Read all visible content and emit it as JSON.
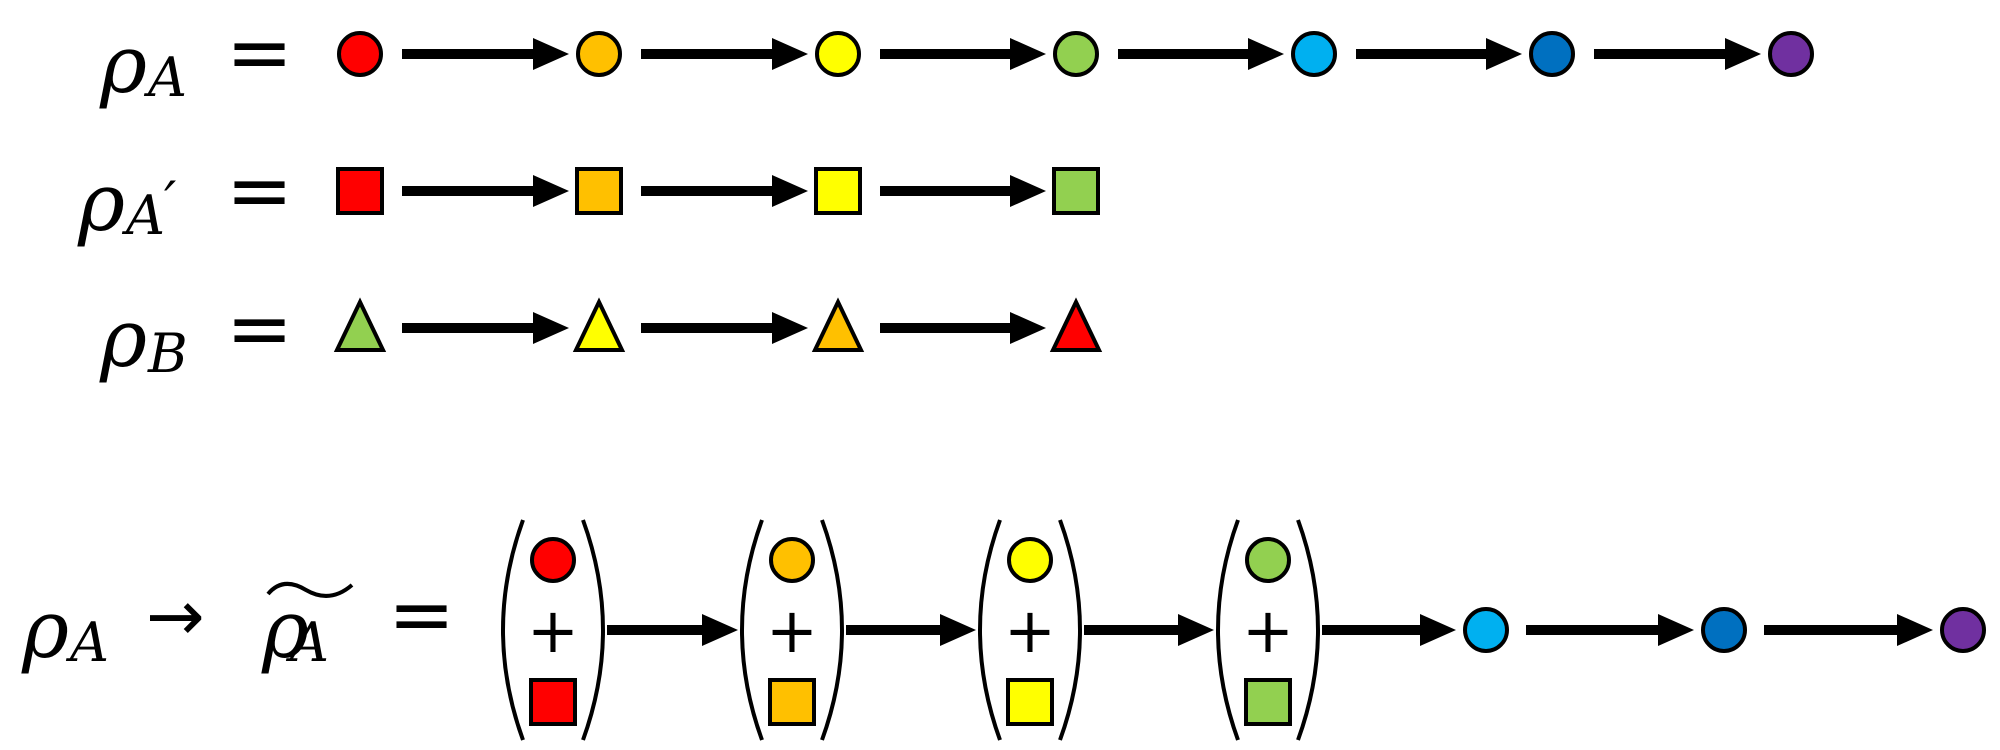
{
  "colors": {
    "red": "#ff0000",
    "orange": "#ffc000",
    "yellow": "#ffff00",
    "green": "#92d050",
    "light_blue": "#00b0f0",
    "blue": "#0070c0",
    "purple": "#7030a0",
    "stroke": "#000000"
  },
  "rows": [
    {
      "label_base": "ρ",
      "label_sub": "A",
      "label_prime": "",
      "equals": "=",
      "shape": "circle",
      "items": [
        "red",
        "orange",
        "yellow",
        "green",
        "light_blue",
        "blue",
        "purple"
      ]
    },
    {
      "label_base": "ρ",
      "label_sub": "A",
      "label_prime": "′",
      "equals": "=",
      "shape": "square",
      "items": [
        "red",
        "orange",
        "yellow",
        "green"
      ]
    },
    {
      "label_base": "ρ",
      "label_sub": "B",
      "label_prime": "",
      "equals": "=",
      "shape": "triangle",
      "items": [
        "green",
        "yellow",
        "orange",
        "red"
      ]
    }
  ],
  "combined": {
    "lhs_base": "ρ",
    "lhs_sub": "A",
    "maps_to": "→",
    "rhs_base": "ρ",
    "rhs_sub": "A",
    "equals": "=",
    "plus": "+",
    "groups": [
      {
        "top": "red",
        "bottom": "red"
      },
      {
        "top": "orange",
        "bottom": "orange"
      },
      {
        "top": "yellow",
        "bottom": "yellow"
      },
      {
        "top": "green",
        "bottom": "green"
      }
    ],
    "tail": [
      "light_blue",
      "blue",
      "purple"
    ]
  }
}
